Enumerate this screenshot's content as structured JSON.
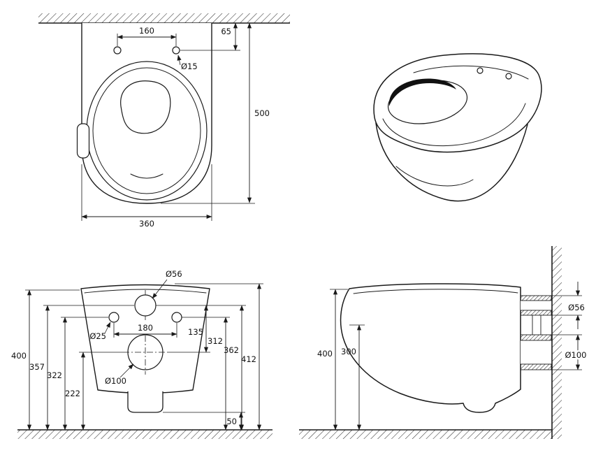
{
  "colors": {
    "line": "#1a1a1a",
    "background": "#ffffff"
  },
  "plan_view": {
    "hole_spacing": "160",
    "wall_offset": "65",
    "fixing_hole_diameter": "Ø15",
    "depth": "500",
    "width": "360"
  },
  "rear_view": {
    "inlet_diameter": "Ø56",
    "bolt_diameter": "Ø25",
    "bolt_spacing": "180",
    "inlet_outlet_distance": "135",
    "height_312": "312",
    "height_362": "362",
    "height_412": "412",
    "height_400": "400",
    "height_357": "357",
    "height_322": "322",
    "height_222": "222",
    "outlet_diameter": "Ø100",
    "floor_clearance": "50"
  },
  "side_view": {
    "height_400": "400",
    "height_300": "300",
    "inlet_diameter": "Ø56",
    "outlet_diameter": "Ø100"
  }
}
